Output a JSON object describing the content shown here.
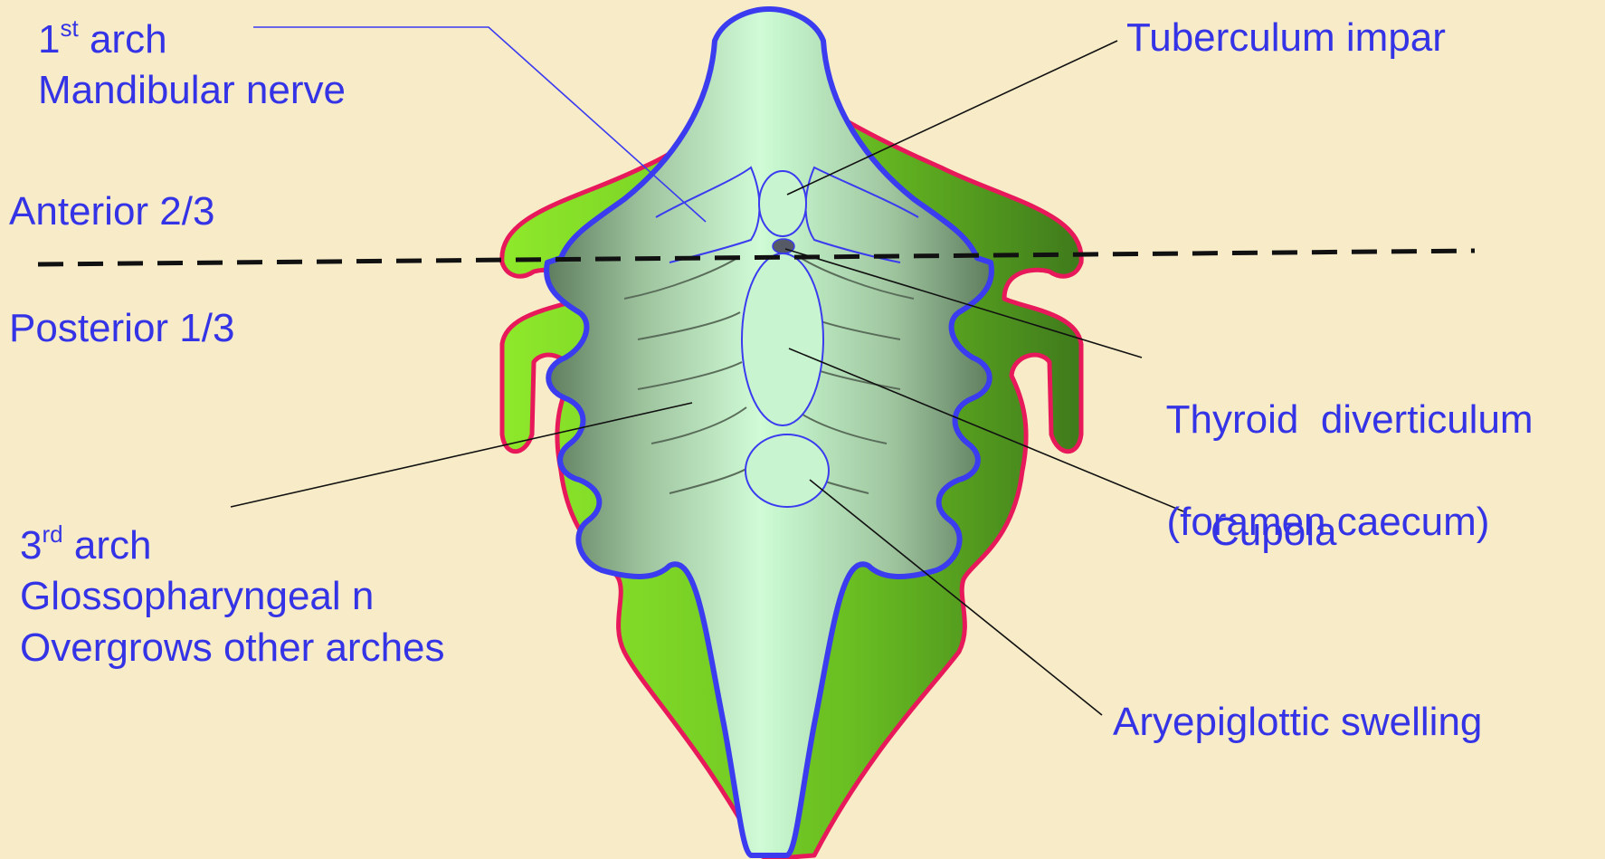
{
  "labels": {
    "first_arch": {
      "ordinal": "1",
      "suffix": "st",
      "word": "arch",
      "nerve": "Mandibular nerve"
    },
    "anterior": "Anterior 2/3",
    "posterior": "Posterior 1/3",
    "third_arch": {
      "ordinal": "3",
      "suffix": "rd",
      "word": "arch",
      "nerve": "Glossopharyngeal n",
      "note": "Overgrows other arches"
    },
    "tuberculum": "Tuberculum impar",
    "thyroid": {
      "line1": "Thyroid  diverticulum",
      "line2": "(foramen caecum)"
    },
    "cupola": "Cupola",
    "aryepiglottic": "Aryepiglottic swelling"
  },
  "colors": {
    "background": "#f7ebc8",
    "label_text": "#3434e6",
    "arch_green": "#7ed321",
    "arch_outline": "#e8195a",
    "inner_outline": "#3b3bf0",
    "floor_light": "#c8f5cf"
  }
}
